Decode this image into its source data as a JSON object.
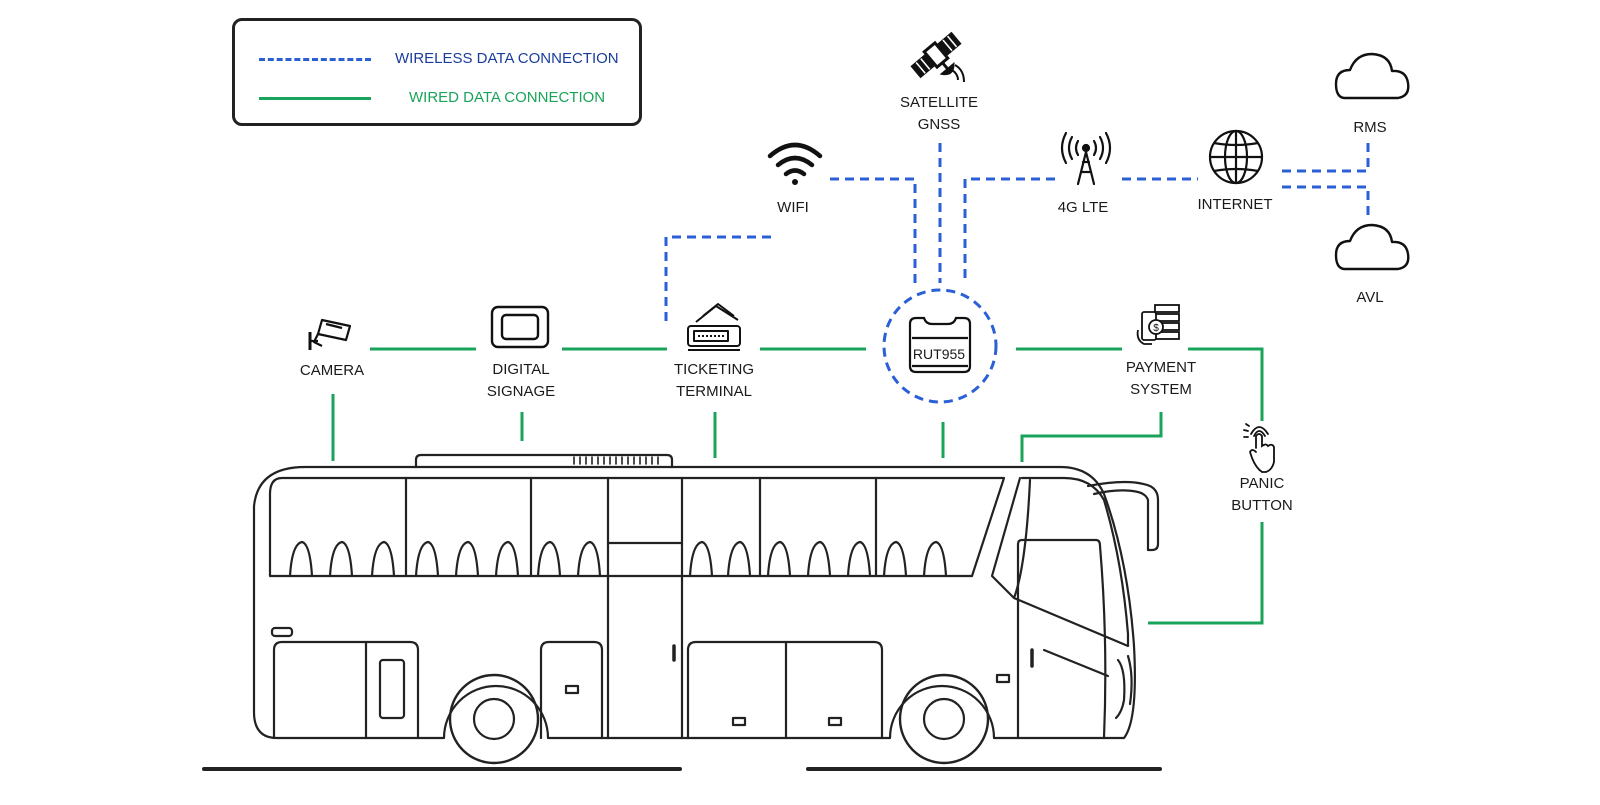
{
  "colors": {
    "wireless": "#2a5fd6",
    "wired": "#1aa35a",
    "wireless_text": "#1a3c9c",
    "wired_text": "#1aa35a",
    "outline": "#222222"
  },
  "legend": {
    "wireless_label": "WIRELESS DATA CONNECTION",
    "wired_label": "WIRED DATA CONNECTION"
  },
  "nodes": {
    "satellite": {
      "icon": "satellite-icon",
      "line1": "SATELLITE",
      "line2": "GNSS"
    },
    "wifi": {
      "icon": "wifi-icon",
      "label": "WIFI"
    },
    "lte": {
      "icon": "cell-tower-icon",
      "label": "4G LTE"
    },
    "internet": {
      "icon": "globe-icon",
      "label": "INTERNET"
    },
    "rms": {
      "icon": "cloud-icon",
      "label": "RMS"
    },
    "avl": {
      "icon": "cloud-icon",
      "label": "AVL"
    },
    "router": {
      "icon": "router-icon",
      "label": "RUT955"
    },
    "camera": {
      "icon": "camera-icon",
      "label": "CAMERA"
    },
    "signage": {
      "icon": "display-icon",
      "line1": "DIGITAL",
      "line2": "SIGNAGE"
    },
    "ticketing": {
      "icon": "ticket-icon",
      "line1": "TICKETING",
      "line2": "TERMINAL"
    },
    "payment": {
      "icon": "payment-icon",
      "line1": "PAYMENT",
      "line2": "SYSTEM"
    },
    "panic": {
      "icon": "panic-button-icon",
      "line1": "PANIC",
      "line2": "BUTTON"
    }
  },
  "vehicle": {
    "icon": "bus-icon"
  }
}
